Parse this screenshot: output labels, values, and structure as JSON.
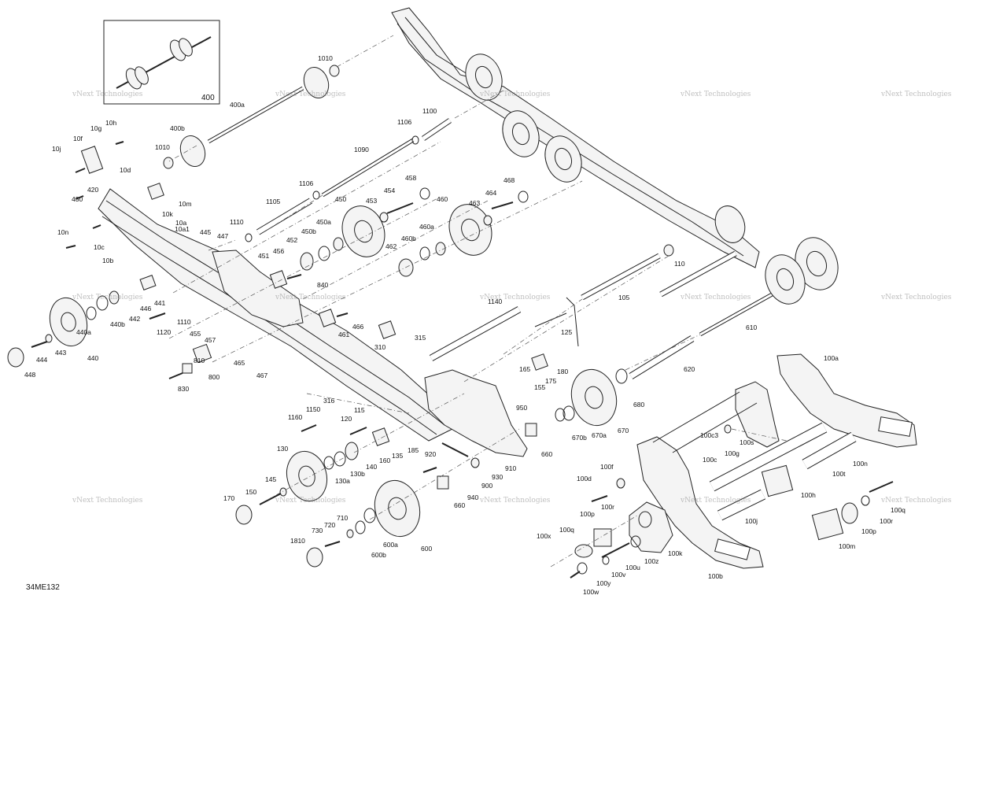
{
  "diagram": {
    "reference_code": "34ME132",
    "watermark": "vNext Technologies",
    "inset_label": "400",
    "callouts": [
      "400",
      "400a",
      "400b",
      "1010",
      "1010",
      "1100",
      "1106",
      "1106",
      "1090",
      "1105",
      "1110",
      "1110",
      "10a",
      "10a1",
      "10b",
      "10c",
      "10d",
      "10f",
      "10g",
      "10h",
      "10j",
      "10k",
      "10m",
      "10n",
      "420",
      "430",
      "440",
      "440a",
      "440b",
      "441",
      "442",
      "443",
      "444",
      "445",
      "446",
      "447",
      "448",
      "450",
      "450a",
      "450b",
      "451",
      "452",
      "453",
      "454",
      "455",
      "456",
      "457",
      "458",
      "460",
      "460a",
      "460b",
      "461",
      "462",
      "463",
      "464",
      "465",
      "466",
      "467",
      "468",
      "840",
      "800",
      "810",
      "830",
      "1120",
      "310",
      "315",
      "316",
      "1140",
      "125",
      "105",
      "110",
      "610",
      "620",
      "115",
      "120",
      "135",
      "140",
      "130",
      "130a",
      "130b",
      "145",
      "150",
      "155",
      "160",
      "165",
      "170",
      "175",
      "180",
      "185",
      "1150",
      "1160",
      "900",
      "910",
      "920",
      "930",
      "940",
      "950",
      "660",
      "660",
      "670",
      "670a",
      "670b",
      "680",
      "600",
      "600a",
      "600b",
      "710",
      "720",
      "730",
      "1810",
      "100a",
      "100b",
      "100c",
      "100c3",
      "100d",
      "100f",
      "100g",
      "100h",
      "100j",
      "100k",
      "100m",
      "100n",
      "100p",
      "100p",
      "100q",
      "100q",
      "100r",
      "100r",
      "100s",
      "100t",
      "100u",
      "100v",
      "100w",
      "100x",
      "100y",
      "100z"
    ]
  }
}
